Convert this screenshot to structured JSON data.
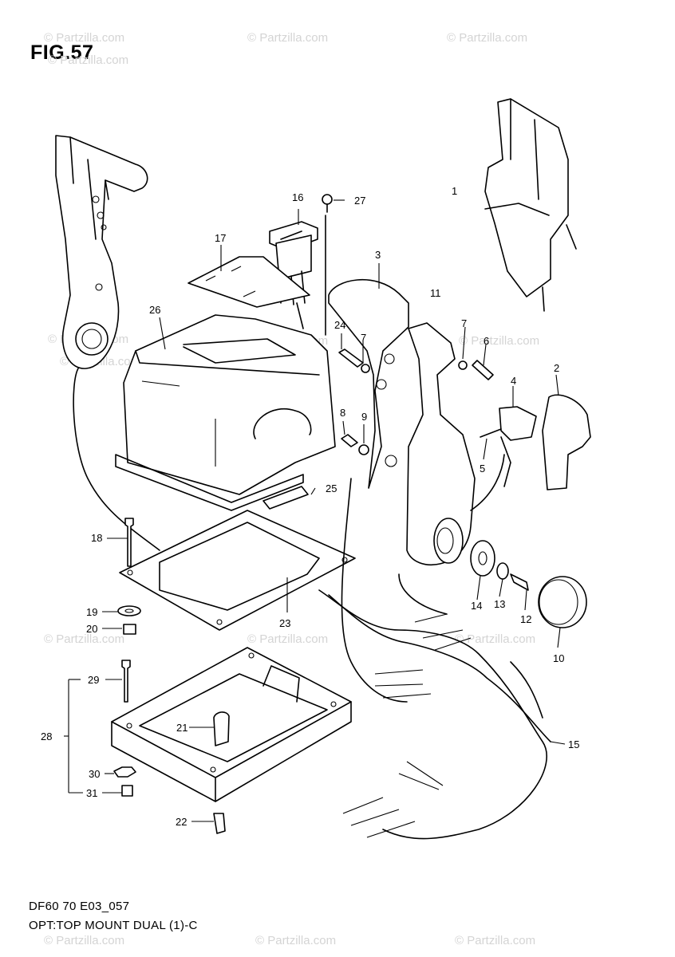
{
  "figure": {
    "title": "FIG.57",
    "code": "DF60 70 E03_057",
    "subtitle": "OPT:TOP MOUNT DUAL (1)-C"
  },
  "watermark": "© Partzilla.com",
  "parts": [
    {
      "id": "1",
      "label": "1"
    },
    {
      "id": "2",
      "label": "2"
    },
    {
      "id": "3",
      "label": "3"
    },
    {
      "id": "4",
      "label": "4"
    },
    {
      "id": "5",
      "label": "5"
    },
    {
      "id": "6",
      "label": "6"
    },
    {
      "id": "7a",
      "label": "7"
    },
    {
      "id": "7b",
      "label": "7"
    },
    {
      "id": "8",
      "label": "8"
    },
    {
      "id": "9",
      "label": "9"
    },
    {
      "id": "10",
      "label": "10"
    },
    {
      "id": "11",
      "label": "11"
    },
    {
      "id": "12",
      "label": "12"
    },
    {
      "id": "13",
      "label": "13"
    },
    {
      "id": "14",
      "label": "14"
    },
    {
      "id": "15",
      "label": "15"
    },
    {
      "id": "16",
      "label": "16"
    },
    {
      "id": "17",
      "label": "17"
    },
    {
      "id": "18",
      "label": "18"
    },
    {
      "id": "19",
      "label": "19"
    },
    {
      "id": "20",
      "label": "20"
    },
    {
      "id": "21",
      "label": "21"
    },
    {
      "id": "22",
      "label": "22"
    },
    {
      "id": "23",
      "label": "23"
    },
    {
      "id": "24",
      "label": "24"
    },
    {
      "id": "25",
      "label": "25"
    },
    {
      "id": "26",
      "label": "26"
    },
    {
      "id": "27",
      "label": "27"
    },
    {
      "id": "28",
      "label": "28"
    },
    {
      "id": "29",
      "label": "29"
    },
    {
      "id": "30",
      "label": "30"
    },
    {
      "id": "31",
      "label": "31"
    }
  ]
}
